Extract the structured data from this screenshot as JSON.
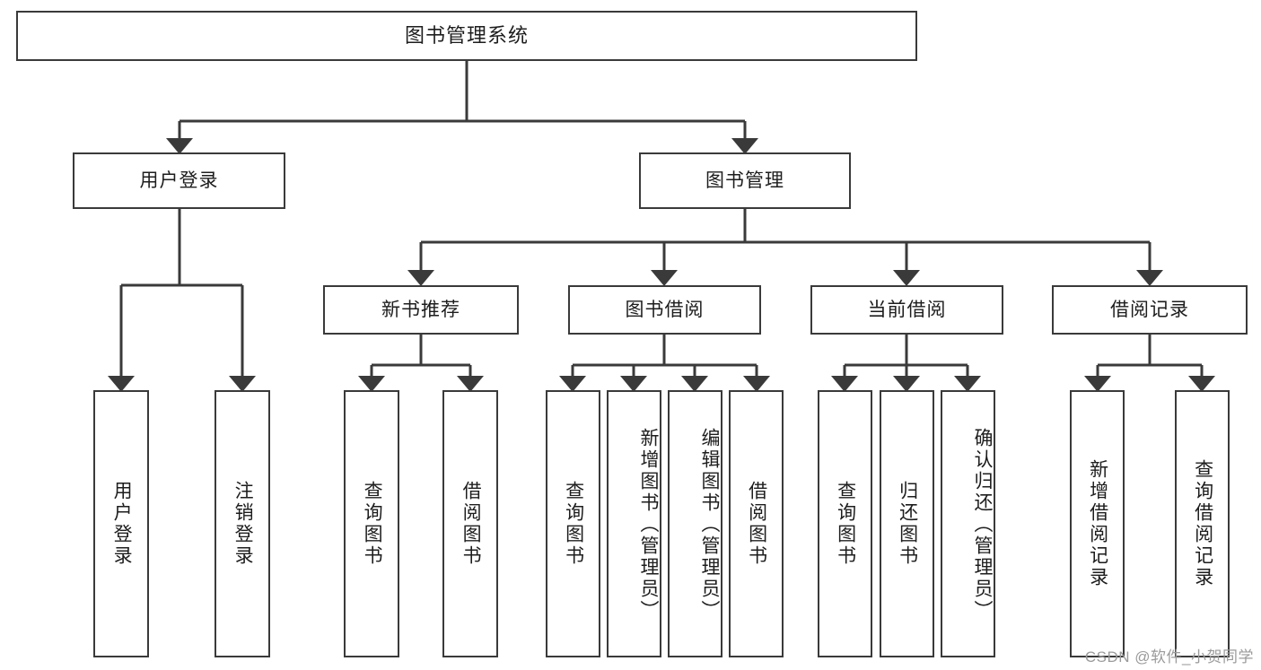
{
  "diagram": {
    "title": "图书管理系统",
    "type": "tree",
    "root": {
      "id": "root",
      "label": "图书管理系统",
      "orientation": "horizontal"
    },
    "level2": [
      {
        "id": "user-login",
        "label": "用户登录",
        "orientation": "horizontal"
      },
      {
        "id": "book-manage",
        "label": "图书管理",
        "orientation": "horizontal"
      }
    ],
    "level3": [
      {
        "id": "new-book-recommend",
        "label": "新书推荐",
        "orientation": "horizontal",
        "parent": "book-manage"
      },
      {
        "id": "book-borrow",
        "label": "图书借阅",
        "orientation": "horizontal",
        "parent": "book-manage"
      },
      {
        "id": "current-borrow",
        "label": "当前借阅",
        "orientation": "horizontal",
        "parent": "book-manage"
      },
      {
        "id": "borrow-record",
        "label": "借阅记录",
        "orientation": "horizontal",
        "parent": "book-manage"
      }
    ],
    "leaves": [
      {
        "id": "leaf-user-login",
        "label": "用户登录",
        "parent": "user-login",
        "orientation": "vertical"
      },
      {
        "id": "leaf-user-logout",
        "label": "注销登录",
        "parent": "user-login",
        "orientation": "vertical"
      },
      {
        "id": "leaf-query-book-1",
        "label": "查询图书",
        "parent": "new-book-recommend",
        "orientation": "vertical"
      },
      {
        "id": "leaf-borrow-book-1",
        "label": "借阅图书",
        "parent": "new-book-recommend",
        "orientation": "vertical"
      },
      {
        "id": "leaf-query-book-2",
        "label": "查询图书",
        "parent": "book-borrow",
        "orientation": "vertical"
      },
      {
        "id": "leaf-add-book",
        "label": "新增图书（管理员）",
        "parent": "book-borrow",
        "orientation": "vertical"
      },
      {
        "id": "leaf-edit-book",
        "label": "编辑图书（管理员）",
        "parent": "book-borrow",
        "orientation": "vertical"
      },
      {
        "id": "leaf-borrow-book-2",
        "label": "借阅图书",
        "parent": "book-borrow",
        "orientation": "vertical"
      },
      {
        "id": "leaf-query-book-3",
        "label": "查询图书",
        "parent": "current-borrow",
        "orientation": "vertical"
      },
      {
        "id": "leaf-return-book",
        "label": "归还图书",
        "parent": "current-borrow",
        "orientation": "vertical"
      },
      {
        "id": "leaf-confirm-return",
        "label": "确认归还（管理员）",
        "parent": "current-borrow",
        "orientation": "vertical"
      },
      {
        "id": "leaf-add-record",
        "label": "新增借阅记录",
        "parent": "borrow-record",
        "orientation": "vertical"
      },
      {
        "id": "leaf-query-record",
        "label": "查询借阅记录",
        "parent": "borrow-record",
        "orientation": "vertical"
      }
    ],
    "colors": {
      "stroke": "#3a3a3a",
      "text": "#1d1d1d",
      "background": "#ffffff",
      "watermark": "#9b9b9b"
    }
  },
  "watermark": {
    "text": "CSDN @软件_小贺同学"
  }
}
